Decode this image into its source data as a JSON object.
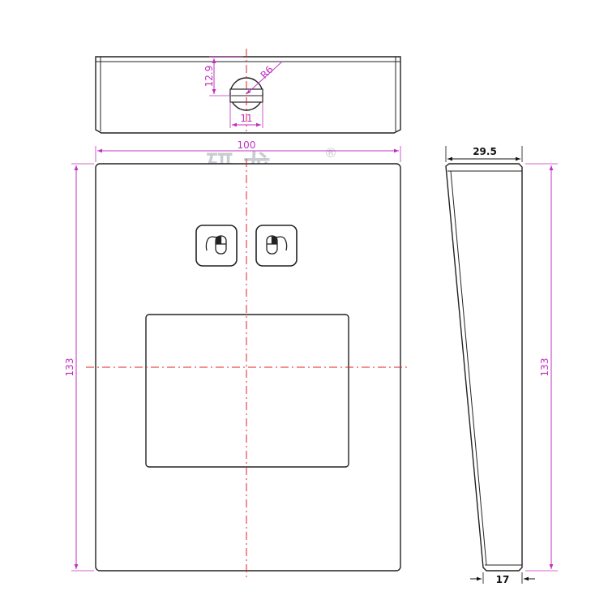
{
  "top_view": {
    "dim_height": "12.9",
    "dim_radius": "R6",
    "dim_width": "11"
  },
  "front_view": {
    "dim_width": "100",
    "dim_height": "133"
  },
  "side_view": {
    "dim_top": "29.5",
    "dim_height": "133",
    "dim_bottom": "17"
  },
  "watermark": {
    "text": "研 龙",
    "mark": "®"
  },
  "colors": {
    "dimension": "#c030c0",
    "centerline": "#e02020",
    "outline": "#222222",
    "watermark": "#c9ccd2"
  }
}
